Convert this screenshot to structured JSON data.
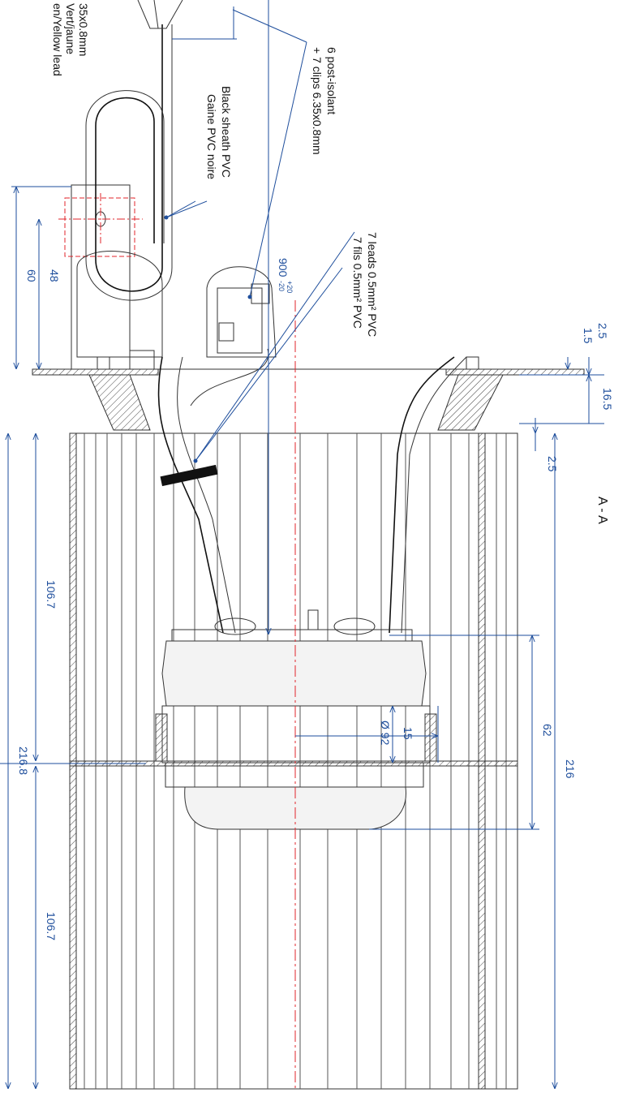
{
  "section_label": "A - A",
  "notes": {
    "top_left_line1": "35x0.8mm",
    "top_left_line2": "Vert/jaune",
    "top_left_line3": "en/Yellow lead",
    "sheath_en": "Black sheath PVC",
    "sheath_fr": "Gaine PVC noire",
    "connector_line1": "6 post-isolant",
    "connector_line2": "+ 7 clips 6.35x0.8mm",
    "leads_en": "7 leads 0.5mm² PVC",
    "leads_fr": "7 fils 0.5mm² PVC"
  },
  "dimensions": {
    "d_900": "900",
    "d_900_tol_upper": "+20",
    "d_900_tol_lower": "-20",
    "d_60": "60",
    "d_48": "48",
    "d_2_5_top": "2.5",
    "d_1_5": "1.5",
    "d_16_5": "16.5",
    "d_2_5_mid": "2.5",
    "d_106_7_upper": "106.7",
    "d_216_8": "216.8",
    "d_106_7_lower": "106.7",
    "d_62": "62",
    "d_216": "216",
    "d_dia_92": "Ø 92",
    "d_15": "15"
  },
  "colors": {
    "dimension": "#1e4e9c",
    "centerline": "#e0262b",
    "outline": "#333333"
  }
}
